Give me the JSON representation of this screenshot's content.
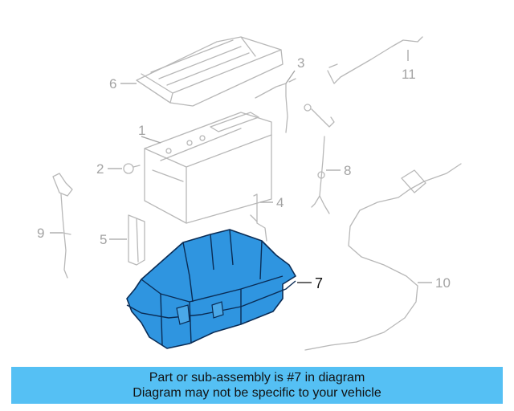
{
  "callouts": {
    "c1": "1",
    "c2": "2",
    "c3": "3",
    "c4": "4",
    "c5": "5",
    "c6": "6",
    "c7": "7",
    "c8": "8",
    "c9": "9",
    "c10": "10",
    "c11": "11"
  },
  "highlight": {
    "part_callout": "7",
    "color": "#2f95e0"
  },
  "banner": {
    "line1": "Part or sub-assembly is #7 in diagram",
    "line2": "Diagram may not be specific to your vehicle",
    "color": "#55c0f4"
  }
}
